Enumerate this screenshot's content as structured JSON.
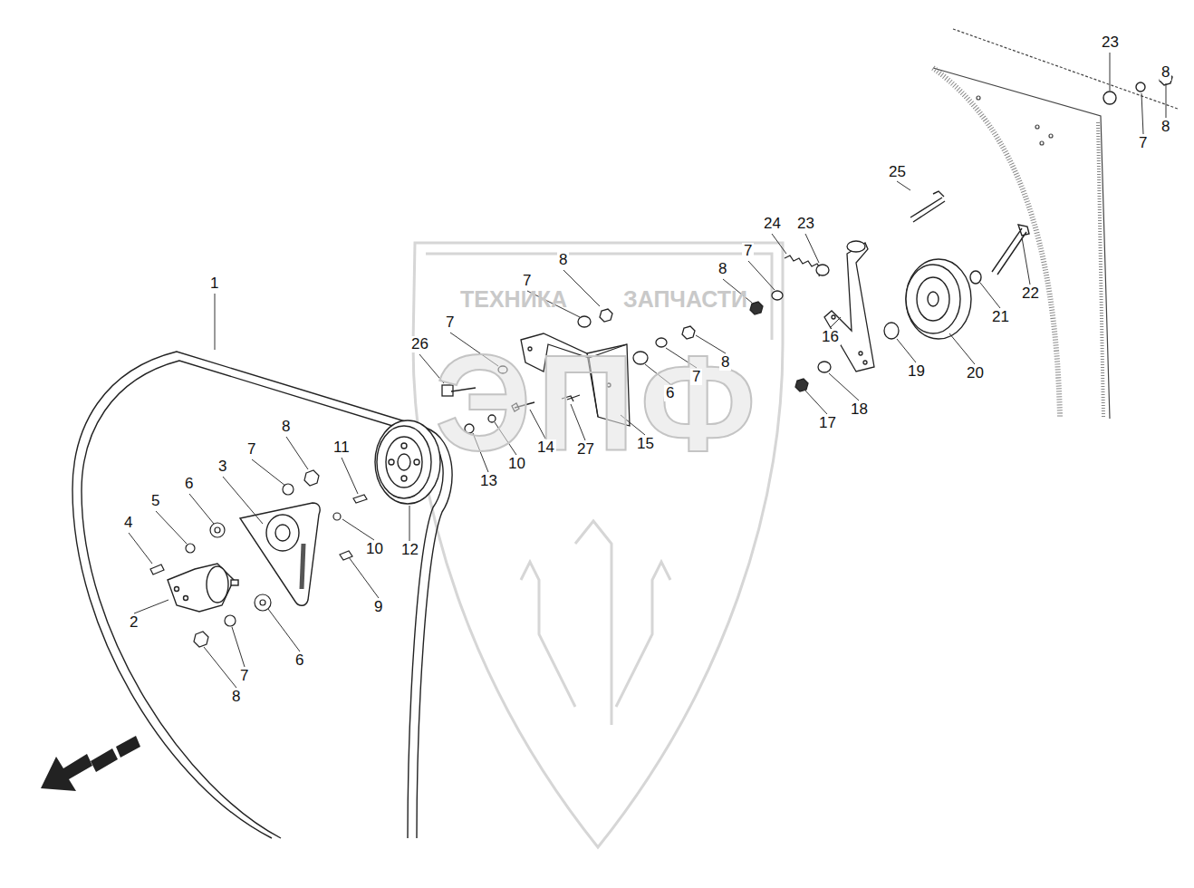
{
  "diagram": {
    "labels": [
      "23",
      "8",
      "7",
      "8",
      "25",
      "24",
      "23",
      "7",
      "8",
      "ТЕХНИКА",
      "ЗАПЧАСТИ",
      "8",
      "7",
      "7",
      "26",
      "22",
      "21",
      "16",
      "19",
      "20",
      "18",
      "17",
      "ЭПФ",
      "6",
      "7",
      "8",
      "15",
      "27",
      "14",
      "10",
      "13",
      "1",
      "8",
      "11",
      "7",
      "6",
      "3",
      "10",
      "12",
      "5",
      "4",
      "9",
      "2",
      "6",
      "7",
      "8"
    ]
  }
}
